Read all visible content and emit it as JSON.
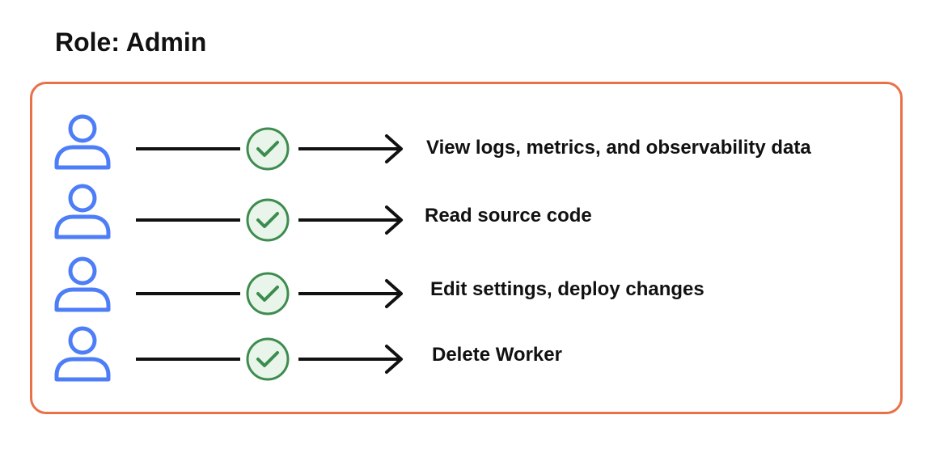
{
  "role": {
    "title": "Role: Admin"
  },
  "permissions": [
    {
      "label": "View logs, metrics, and observability data",
      "allowed": true
    },
    {
      "label": "Read source code",
      "allowed": true
    },
    {
      "label": "Edit settings, deploy changes",
      "allowed": true
    },
    {
      "label": "Delete Worker",
      "allowed": true
    }
  ],
  "icons": {
    "user": "user-icon",
    "allowed": "check-circle-icon",
    "flow": "arrow-right-icon"
  },
  "colors": {
    "border": "#ea7147",
    "user_icon": "#4d7ef7",
    "check": "#3d8c4f",
    "check_fill": "#e9f5ea",
    "line": "#111111"
  }
}
